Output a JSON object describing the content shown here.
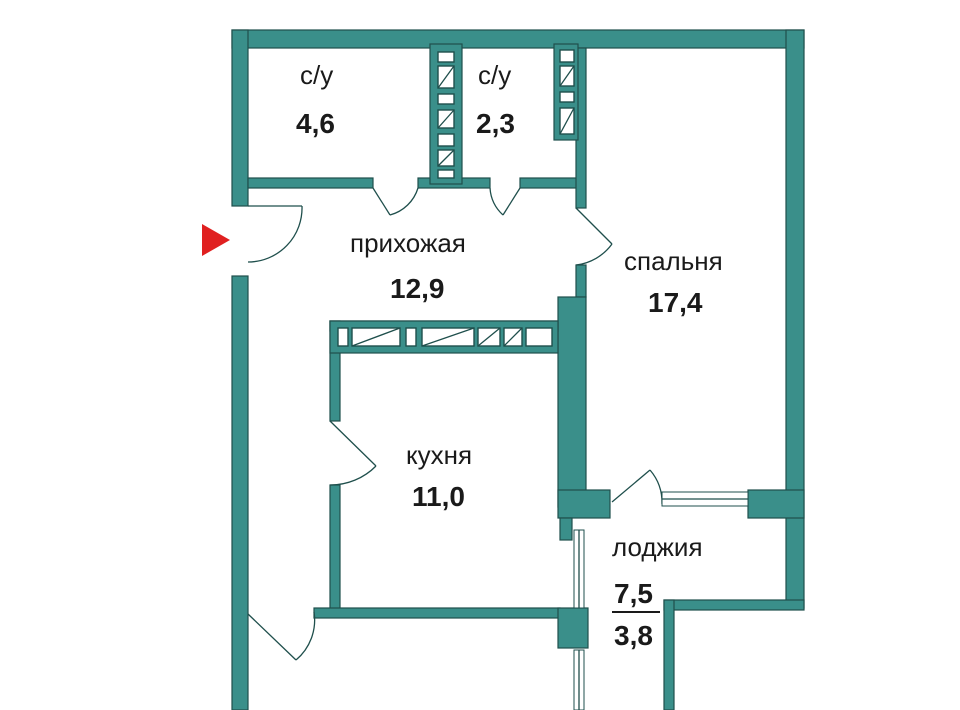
{
  "rooms": {
    "bath1": {
      "name": "с/у",
      "area": "4,6"
    },
    "bath2": {
      "name": "с/у",
      "area": "2,3"
    },
    "hall": {
      "name": "прихожая",
      "area": "12,9"
    },
    "bedroom": {
      "name": "спальня",
      "area": "17,4"
    },
    "kitchen": {
      "name": "кухня",
      "area": "11,0"
    },
    "loggia": {
      "name": "лоджия",
      "area_full": "7,5",
      "area_reduced": "3,8"
    }
  },
  "colors": {
    "wall": "#3a8f8a",
    "entrance_marker": "#e02020"
  },
  "icons": {
    "entrance": "entrance-arrow-icon"
  }
}
